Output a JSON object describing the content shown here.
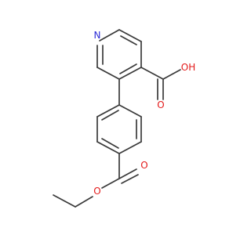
{
  "atoms": {
    "n1": {
      "symbol": "N",
      "color": "#2b2bd6"
    },
    "o_carbonyl_acid": {
      "symbol": "O",
      "color": "#e31a1a"
    },
    "oh_acid": {
      "symbol": "OH",
      "color": "#e31a1a"
    },
    "o_carbonyl_ester": {
      "symbol": "O",
      "color": "#e31a1a"
    },
    "o_ester": {
      "symbol": "O",
      "color": "#e31a1a"
    }
  },
  "bond_color": "#3a3a3a",
  "background": "#ffffff"
}
